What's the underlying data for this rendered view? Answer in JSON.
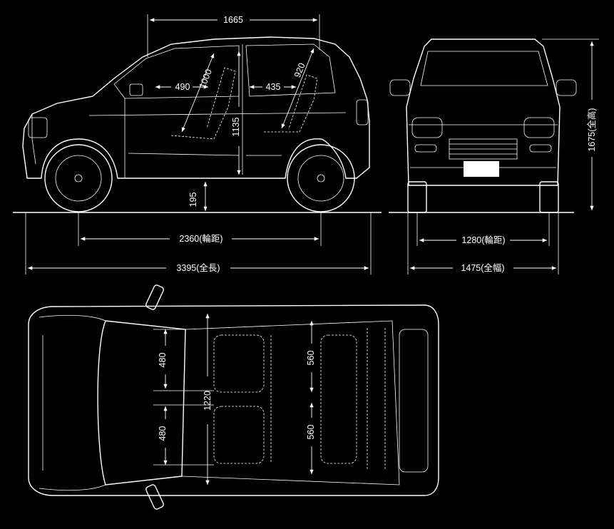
{
  "dimensions": {
    "roof_length": "1665",
    "front_headroom": "1000",
    "rear_headroom": "920",
    "front_legroom": "490",
    "rear_legroom": "435",
    "interior_height": "1135",
    "ground_clearance": "195",
    "wheelbase": "2360(輪距)",
    "overall_length": "3395(全長)",
    "track": "1280(輪距)",
    "overall_width": "1475(全幅)",
    "overall_height": "1675(全高)",
    "seat_width_left_top": "480",
    "seat_width_left_bottom": "480",
    "interior_width": "1220",
    "rear_seat_width_top": "560",
    "rear_seat_width_bottom": "560"
  },
  "colors": {
    "background": "#000000",
    "lines": "#ffffff"
  }
}
